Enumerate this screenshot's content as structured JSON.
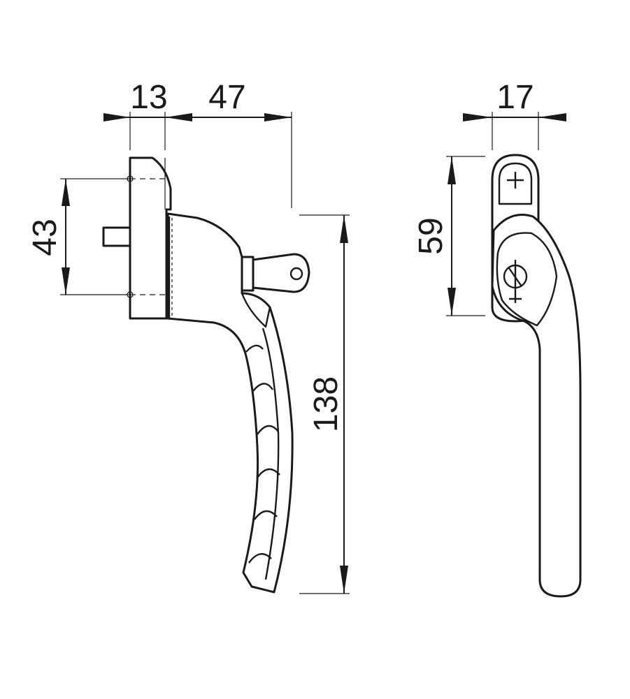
{
  "dimensions": {
    "side_view_width_back": "13",
    "side_view_width_front": "47",
    "side_view_screw_spacing": "43",
    "side_view_height": "138",
    "front_view_width": "17",
    "front_view_key_height": "59"
  },
  "colors": {
    "line": "#1a1a1a",
    "background": "#ffffff"
  }
}
